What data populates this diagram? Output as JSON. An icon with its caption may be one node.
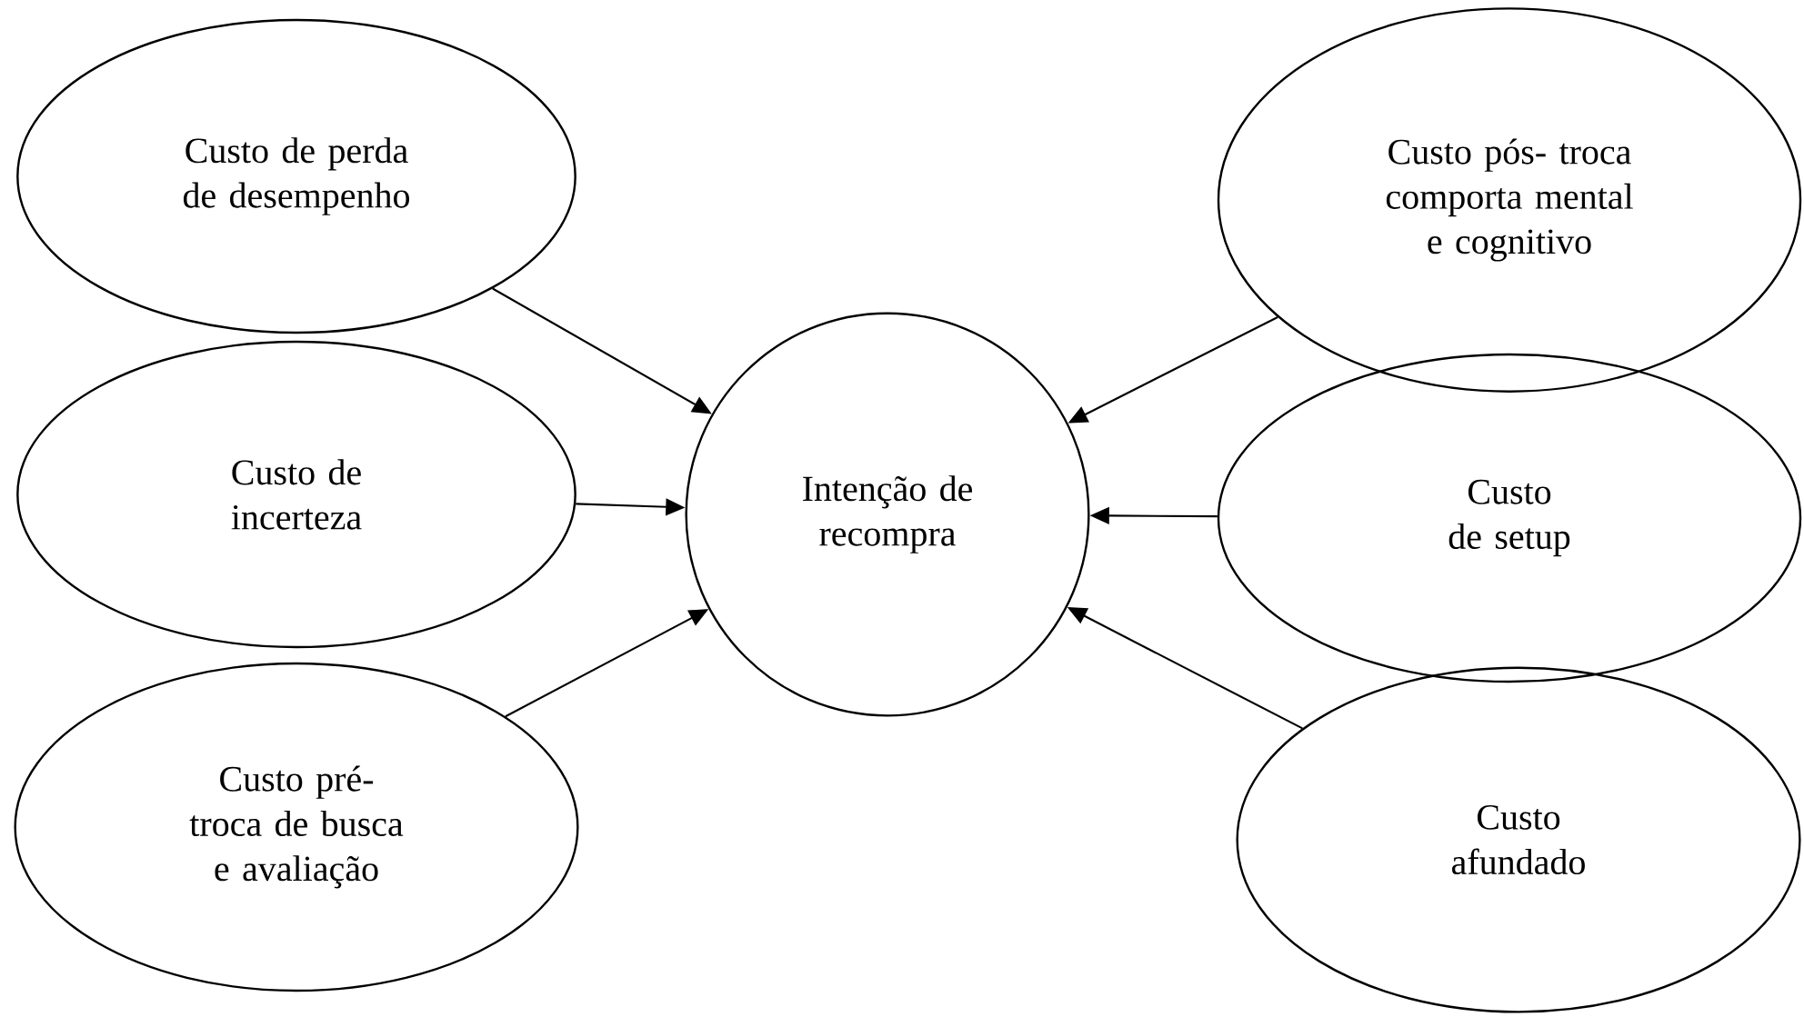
{
  "diagram": {
    "nodes": [
      {
        "text": [
          "Custo de perda de desempenho"
        ]
      },
      {
        "text": [
          "Custo pós- troca comporta mental e cognitivo"
        ]
      },
      {
        "text": [
          "Custo de incerteza"
        ]
      },
      {
        "text": [
          "Intenção de recompra"
        ]
      },
      {
        "text": [
          "Custo de setup"
        ]
      },
      {
        "text": [
          "Custo pré- troca de busca e avaliação"
        ]
      },
      {
        "text": [
          "Custo afundado"
        ]
      }
    ],
    "edges": [
      {
        "from": 0,
        "to": 3,
        "arrow": "to"
      },
      {
        "from": 1,
        "to": 3,
        "arrow": "to"
      },
      {
        "from": 2,
        "to": 3,
        "arrow": "to"
      },
      {
        "from": 4,
        "to": 3,
        "arrow": "to"
      },
      {
        "from": 5,
        "to": 3,
        "arrow": "to"
      },
      {
        "from": 6,
        "to": 3,
        "arrow": "to"
      }
    ]
  }
}
